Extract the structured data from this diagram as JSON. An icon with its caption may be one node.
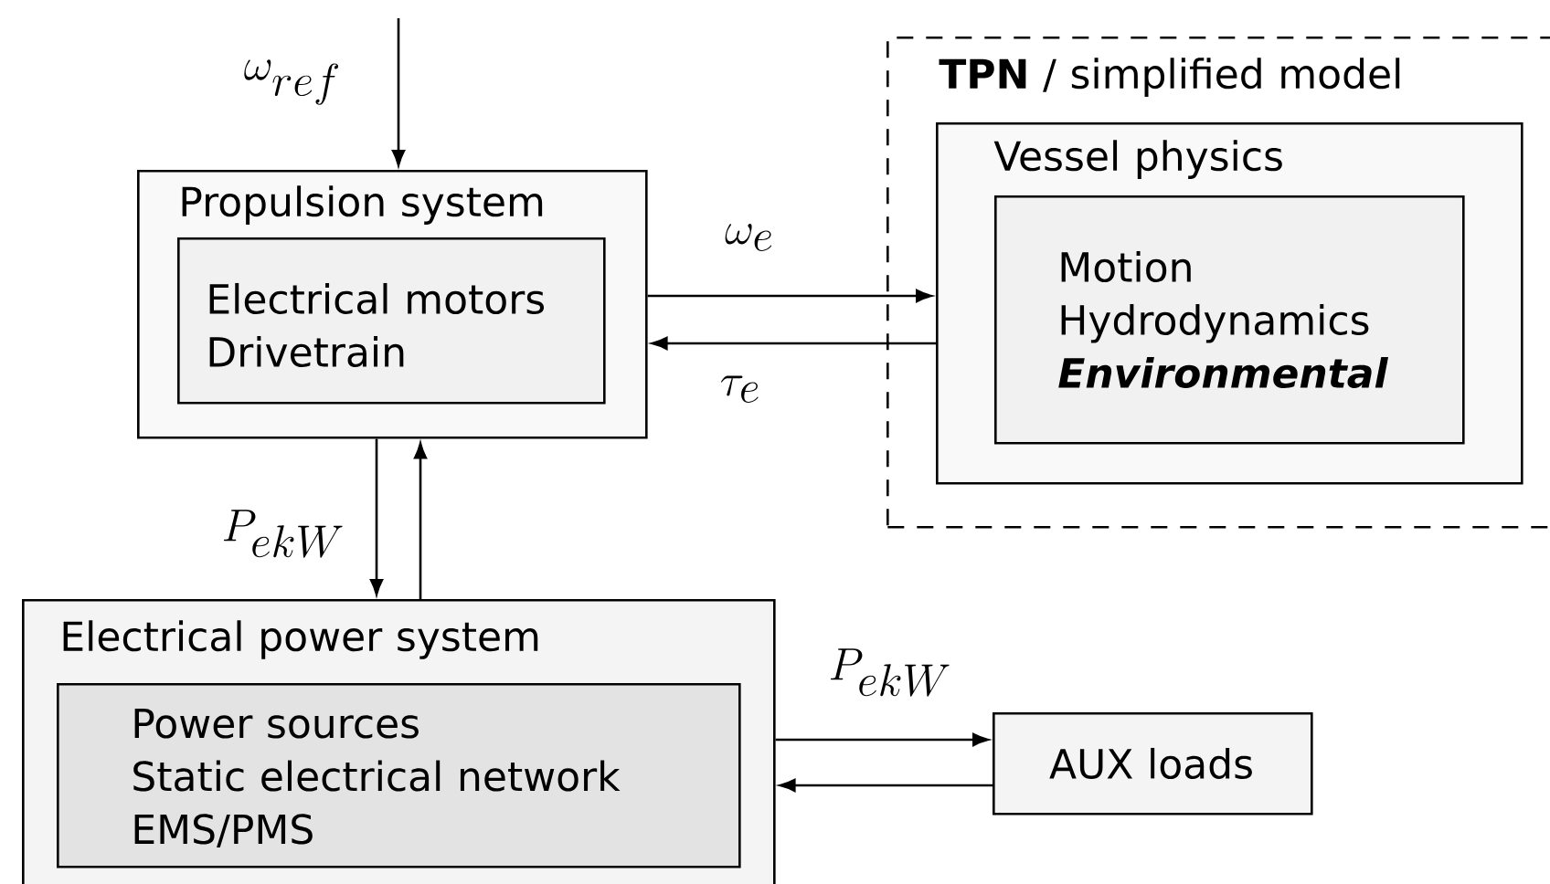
{
  "diagram": {
    "nodes": [
      {
        "text": [
          "Propulsion system"
        ]
      },
      {
        "text": [
          "Electrical motors",
          "Drivetrain"
        ],
        "in": 0
      },
      {
        "text": [
          "**TPN** / simplified model"
        ]
      },
      {
        "text": [
          "Vessel physics"
        ],
        "in": 2
      },
      {
        "text": [
          "Motion",
          "Hydrodynamics",
          "**Environmental**"
        ],
        "in": 3
      },
      {
        "text": [
          "Electrical power system"
        ]
      },
      {
        "text": [
          "Power sources",
          "Static electrical network",
          "EMS/PMS"
        ],
        "in": 5
      },
      {
        "text": [
          "AUX loads"
        ]
      }
    ],
    "edges": [
      {
        "from": null,
        "to": 0,
        "arrow": "to",
        "label": "\\omega_{ref}"
      },
      {
        "from": 0,
        "to": 5,
        "arrow": "to",
        "label": "P_{ekW}"
      },
      {
        "from": 5,
        "to": 0,
        "arrow": "to"
      },
      {
        "from": 0,
        "to": 3,
        "arrow": "to",
        "label": "\\omega_e"
      },
      {
        "from": 3,
        "to": 0,
        "arrow": "to",
        "label": "\\tau_e"
      },
      {
        "from": 5,
        "to": 7,
        "arrow": "to",
        "label": "P_{ekW}"
      },
      {
        "from": 7,
        "to": 5,
        "arrow": "to"
      }
    ]
  }
}
